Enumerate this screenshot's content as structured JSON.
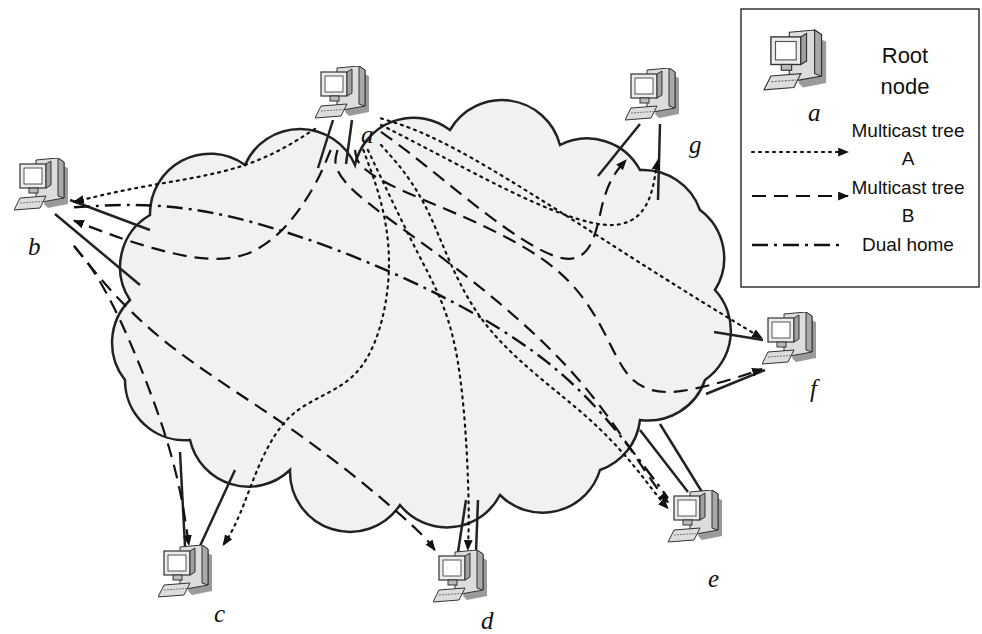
{
  "diagram": {
    "nodes": [
      {
        "text": [
          "a"
        ]
      },
      {
        "text": [
          "b"
        ]
      },
      {
        "text": [
          "c"
        ]
      },
      {
        "text": [
          "d"
        ]
      },
      {
        "text": [
          "e"
        ]
      },
      {
        "text": [
          "f"
        ]
      },
      {
        "text": [
          "g"
        ]
      }
    ],
    "edges": [
      {
        "from": 0,
        "to": 1,
        "arrow": "to"
      },
      {
        "from": 0,
        "to": 6,
        "arrow": "to"
      },
      {
        "from": 0,
        "to": 5,
        "arrow": "to"
      },
      {
        "from": 0,
        "to": 4,
        "arrow": "to"
      },
      {
        "from": 0,
        "to": 2,
        "arrow": "to"
      },
      {
        "from": 0,
        "to": 3,
        "arrow": "to"
      },
      {
        "from": 0,
        "to": 1,
        "arrow": "to"
      },
      {
        "from": 1,
        "to": 2,
        "arrow": "to"
      },
      {
        "from": 1,
        "to": 3,
        "arrow": "to"
      },
      {
        "from": 0,
        "to": 4,
        "arrow": "to"
      },
      {
        "from": 0,
        "to": 5,
        "arrow": "to"
      },
      {
        "from": 0,
        "to": 6,
        "arrow": "to"
      },
      {
        "from": 1,
        "to": 4,
        "arrow": "none"
      }
    ],
    "labels": [
      "a"
    ],
    "legend": [
      {
        "text": "Root node"
      },
      {
        "text": "Multicast tree A"
      },
      {
        "text": "Multicast tree B"
      },
      {
        "text": "Dual home"
      }
    ]
  }
}
